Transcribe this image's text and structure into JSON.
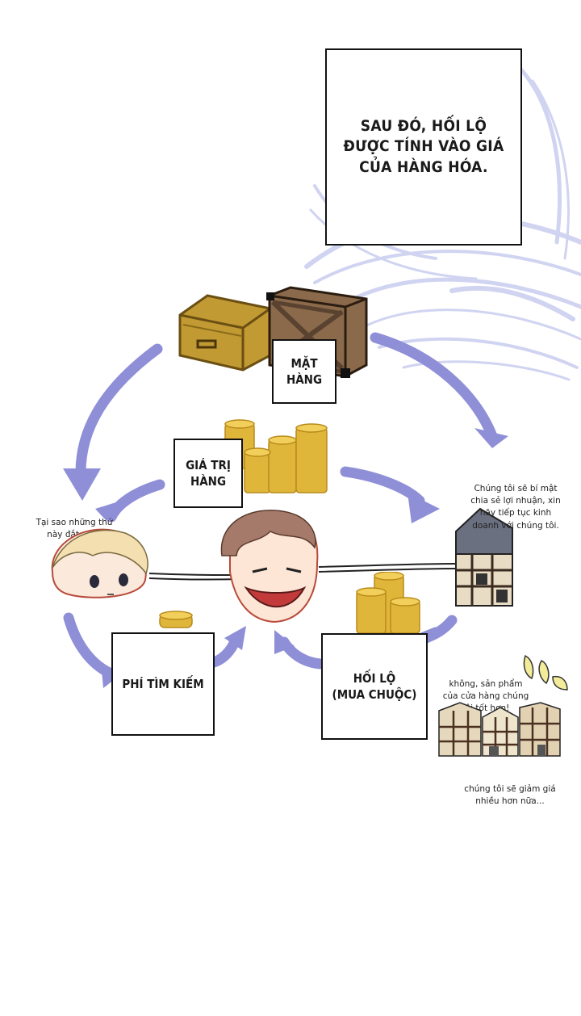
{
  "caption": {
    "line1": "SAU ĐÓ, HỐI LỘ",
    "line2": "ĐƯỢC TÍNH VÀO GIÁ",
    "line3": "CỦA HÀNG HÓA."
  },
  "labels": {
    "goods_line1": "MẶT",
    "goods_line2": "HÀNG",
    "value_line1": "GIÁ TRỊ",
    "value_line2": "HÀNG",
    "search_fee": "PHÍ TÌM KIẾM",
    "bribe_line1": "HỐI LỘ",
    "bribe_line2": "(MUA CHUỘC)"
  },
  "notes": {
    "customer_line1": "Tại sao những thứ",
    "customer_line2": "này đắt vậy?",
    "secret_line1": "Chúng tôi sẽ bí mật",
    "secret_line2": "chia sẻ lợi nhuận, xin",
    "secret_line3": "hãy tiếp tục kinh",
    "secret_line4": "doanh với chúng tôi.",
    "rival_line1": "không, sản phẩm",
    "rival_line2": "của cửa hàng chúng",
    "rival_line3": "tôi tốt hơn!",
    "discount_line1": "chúng tôi sẽ giảm giá",
    "discount_line2": "nhiều hơn nữa..."
  },
  "colors": {
    "arrow": "#8f8fd8",
    "coin": "#e0b63a",
    "crate": "#8a6a4a",
    "suitcase": "#c29a33"
  }
}
